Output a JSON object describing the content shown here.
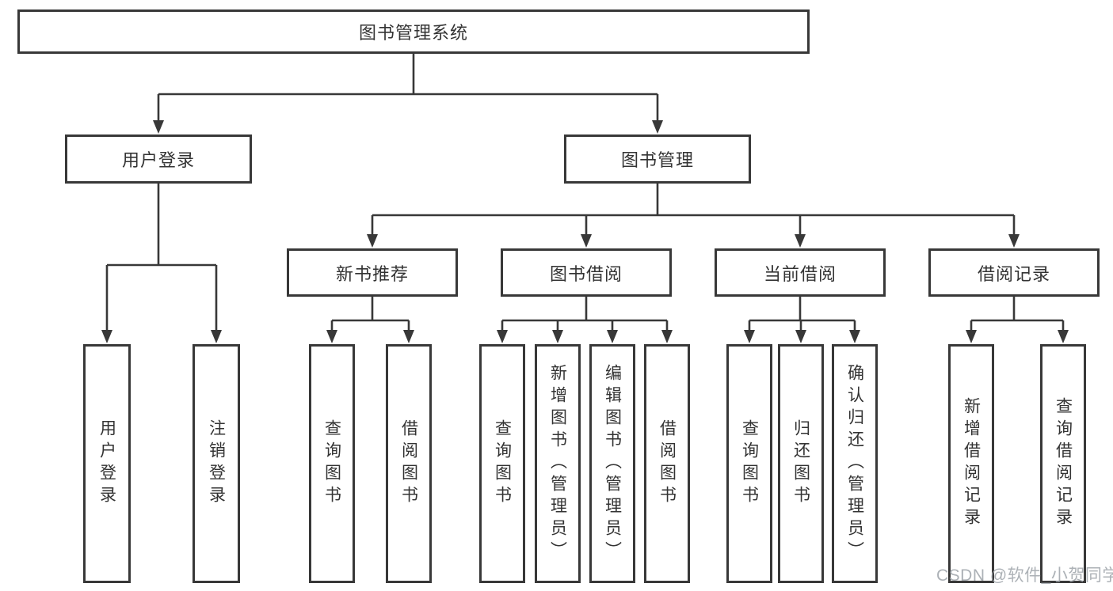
{
  "diagram": {
    "title": "图书管理系统",
    "nodes": {
      "root": "图书管理系统",
      "user_login": "用户登录",
      "book_mgmt": "图书管理",
      "new_book_rec": "新书推荐",
      "book_borrow": "图书借阅",
      "current_borrow": "当前借阅",
      "borrow_record": "借阅记录",
      "ul_user_login": "用户登录",
      "ul_logout": "注销登录",
      "nb_query_book": "查询图书",
      "nb_borrow_book": "借阅图书",
      "bb_query_book": "查询图书",
      "bb_add_book": "新增图书（管理员）",
      "bb_edit_book": "编辑图书（管理员）",
      "bb_borrow_book": "借阅图书",
      "cb_query_book": "查询图书",
      "cb_return_book": "归还图书",
      "cb_confirm_return": "确认归还（管理员）",
      "br_add_record": "新增借阅记录",
      "br_query_record": "查询借阅记录"
    },
    "hierarchy": [
      {
        "parent": "图书管理系统",
        "children": [
          "用户登录",
          "图书管理"
        ]
      },
      {
        "parent": "用户登录",
        "children": [
          "用户登录",
          "注销登录"
        ]
      },
      {
        "parent": "图书管理",
        "children": [
          "新书推荐",
          "图书借阅",
          "当前借阅",
          "借阅记录"
        ]
      },
      {
        "parent": "新书推荐",
        "children": [
          "查询图书",
          "借阅图书"
        ]
      },
      {
        "parent": "图书借阅",
        "children": [
          "查询图书",
          "新增图书（管理员）",
          "编辑图书（管理员）",
          "借阅图书"
        ]
      },
      {
        "parent": "当前借阅",
        "children": [
          "查询图书",
          "归还图书",
          "确认归还（管理员）"
        ]
      },
      {
        "parent": "借阅记录",
        "children": [
          "新增借阅记录",
          "查询借阅记录"
        ]
      }
    ],
    "watermark": "CSDN @软件_小贺同学",
    "colors": {
      "line": "#383838",
      "box_border": "#383838",
      "text": "#333333",
      "watermark": "#9ea3a9",
      "background": "#ffffff"
    }
  }
}
